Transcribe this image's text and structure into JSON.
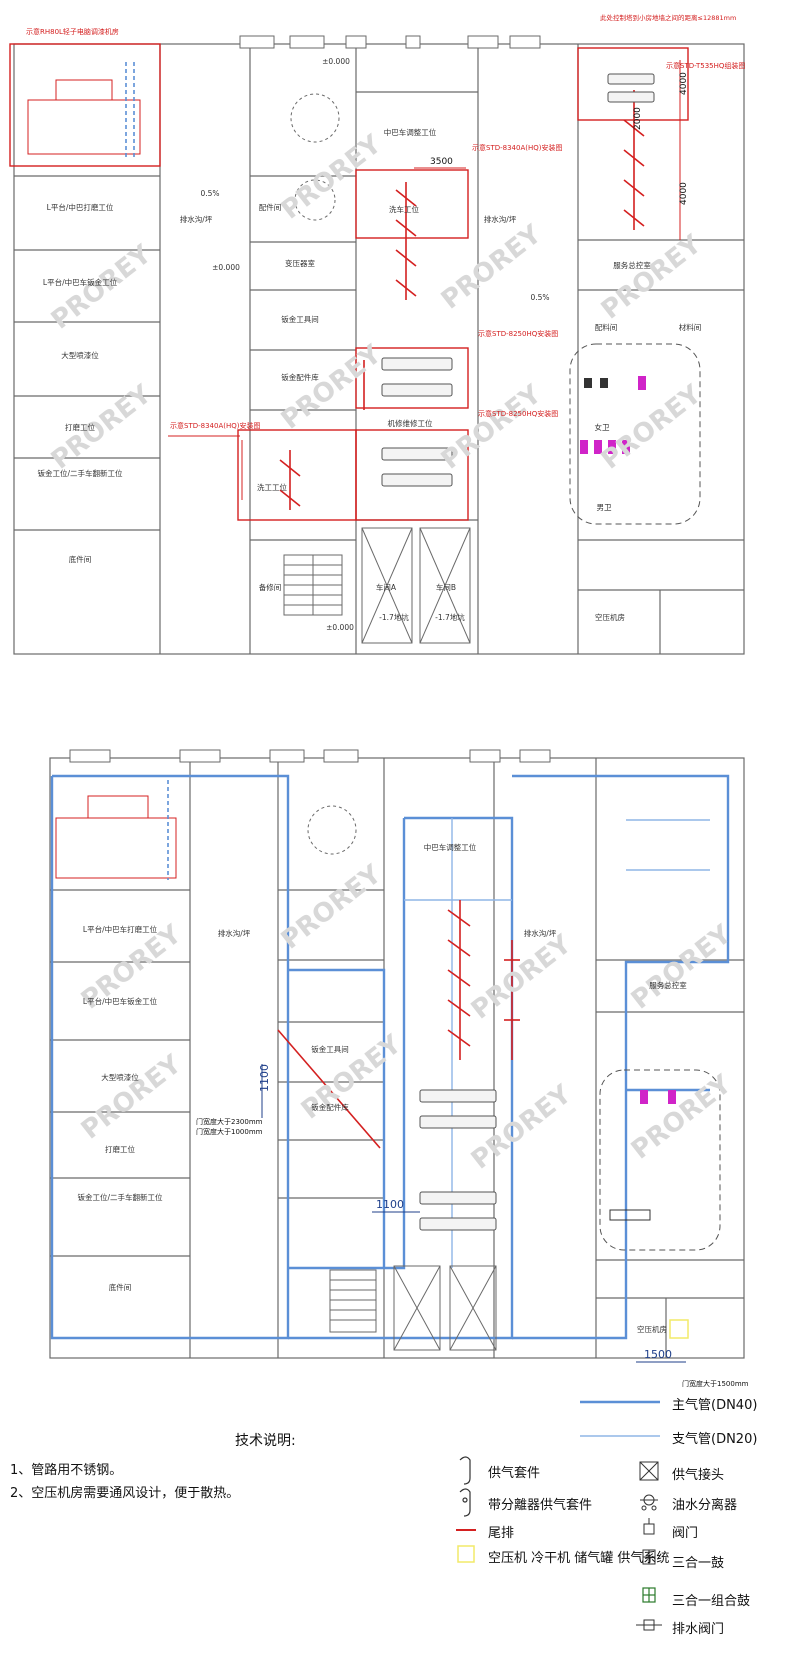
{
  "colors": {
    "main_pipe": "#5b8fd6",
    "branch_pipe": "#8fb5e6",
    "wall": "#6a6a6a",
    "red": "#d42020",
    "magenta": "#d024c8",
    "yellow": "#f2ea68",
    "watermark": "#d6d6d6"
  },
  "watermark": "PROREY",
  "upper_plan": {
    "rooms": [
      "L平台/中巴打磨工位",
      "L平台/中巴车钣金工位",
      "大型喷漆位",
      "打磨工位",
      "钣金工位/二手车翻新工位",
      "底件间",
      "排水沟/坪",
      "中巴车调整工位",
      "洗车工位",
      "配件间",
      "变压器室",
      "钣金工具间",
      "钣金配件库",
      "机修维修工位",
      "洗工工位",
      "备修间",
      "车间A",
      "车间B",
      "服务总控室",
      "配料间",
      "材料间",
      "男卫",
      "女卫",
      "空压机房"
    ],
    "floor_marks": [
      "±0.000",
      "-1.7地坑",
      "0.5%"
    ],
    "red_notes": [
      "示意RH80L轻子电脑调漆机房",
      "示意STD-T535HQ组装图",
      "示意STD-8340A(HQ)安装图",
      "示意STD-8250HQ安装图",
      "示意STD-8340A(HQ)安装图",
      "示意STD-8250HQ安装图",
      "此处控制塔到小房地墙之间的距离≤12881mm"
    ],
    "dims": [
      "3500",
      "4000",
      "2000",
      "4000"
    ]
  },
  "lower_plan": {
    "rooms": [
      "L平台/中巴车打磨工位",
      "L平台/中巴车钣金工位",
      "大型喷漆位",
      "打磨工位",
      "钣金工位/二手车翻新工位",
      "底件间",
      "排水沟/坪",
      "中巴车调整工位",
      "服务总控室",
      "钣金工具间",
      "钣金配件库",
      "空压机房"
    ],
    "notes": [
      "门宽度大于2300mm",
      "门宽度大于1000mm",
      "门宽度大于1500mm"
    ],
    "dims": [
      "1100",
      "1100",
      "1500"
    ]
  },
  "tech_notes": {
    "title": "技术说明:",
    "items": [
      "1、管路用不锈钢。",
      "2、空压机房需要通风设计，便于散热。"
    ]
  },
  "legend": [
    {
      "label": "主气管(DN40)",
      "icon": "main-pipe-line"
    },
    {
      "label": "支气管(DN20)",
      "icon": "branch-pipe-line"
    },
    {
      "label": "供气套件",
      "icon": "air-supply-kit-icon"
    },
    {
      "label": "供气接头",
      "icon": "air-connector-icon"
    },
    {
      "label": "带分離器供气套件",
      "icon": "separator-kit-icon"
    },
    {
      "label": "尾排",
      "icon": "tail-drain-line"
    },
    {
      "label": "油水分离器",
      "icon": "oil-water-separator-icon"
    },
    {
      "label": "阀门",
      "icon": "valve-icon"
    },
    {
      "label": "空压机 冷干机 储气罐 供气系统",
      "icon": "compressor-system-box"
    },
    {
      "label": "三合一鼓",
      "icon": "three-in-one-icon"
    },
    {
      "label": "三合一组合鼓",
      "icon": "three-in-one-combo-icon"
    },
    {
      "label": "排水阀门",
      "icon": "drain-valve-icon"
    }
  ]
}
